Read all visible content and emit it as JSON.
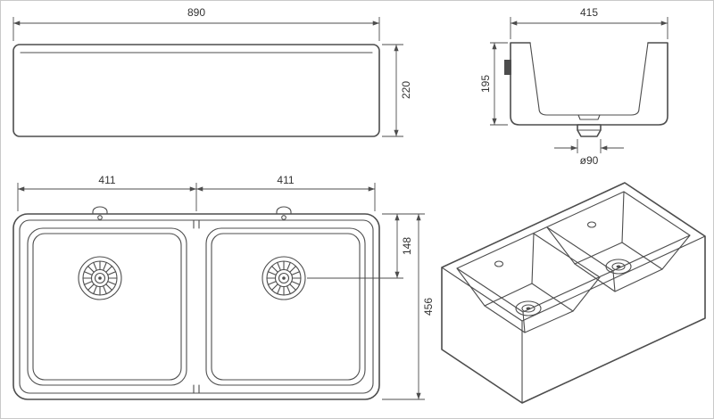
{
  "dimensions": {
    "front_width": "890",
    "front_height": "220",
    "side_width": "415",
    "side_height": "195",
    "drain_diameter": "ø90",
    "plan_left_bowl": "411",
    "plan_right_bowl": "411",
    "plan_drain_offset": "148",
    "plan_depth": "456"
  },
  "colors": {
    "line": "#4d4d4d",
    "text": "#333333",
    "background": "#ffffff",
    "border": "#c9c9c9"
  }
}
